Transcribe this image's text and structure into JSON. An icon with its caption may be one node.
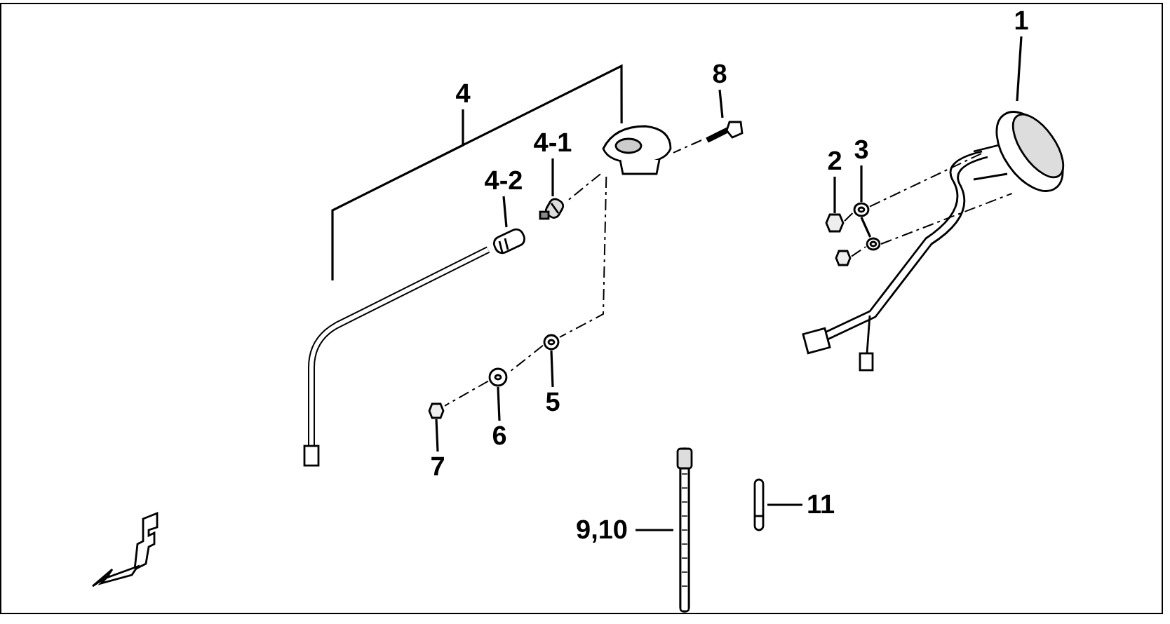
{
  "diagram": {
    "nodes": [
      {
        "text": [
          "1"
        ]
      },
      {
        "text": [
          "2"
        ]
      },
      {
        "text": [
          "3"
        ]
      },
      {
        "text": [
          "4"
        ]
      },
      {
        "text": [
          "4-1"
        ]
      },
      {
        "text": [
          "4-2"
        ]
      },
      {
        "text": [
          "5"
        ]
      },
      {
        "text": [
          "6"
        ]
      },
      {
        "text": [
          "7"
        ]
      },
      {
        "text": [
          "8"
        ]
      },
      {
        "text": [
          "9,10"
        ]
      },
      {
        "text": [
          "11"
        ]
      },
      {
        "text": [],
        "shape": "picture"
      },
      {
        "text": [],
        "shape": "hexagon"
      },
      {
        "text": [],
        "shape": "picture"
      },
      {
        "text": [],
        "shape": "picture"
      },
      {
        "text": [],
        "shape": "picture"
      },
      {
        "text": [],
        "shape": "picture"
      },
      {
        "text": [],
        "shape": "picture"
      },
      {
        "text": [],
        "shape": "picture"
      },
      {
        "text": [],
        "shape": "hexagon"
      },
      {
        "text": [],
        "shape": "picture"
      },
      {
        "text": [],
        "shape": "bar"
      },
      {
        "text": [],
        "shape": "bar"
      },
      {
        "text": [],
        "shape": "hexagon"
      },
      {
        "text": [],
        "shape": "picture"
      }
    ],
    "edges": [
      {
        "from": 0,
        "to": 12,
        "arrow": "none"
      },
      {
        "from": 1,
        "to": 13,
        "arrow": "none"
      },
      {
        "from": 2,
        "to": 14,
        "arrow": "none"
      },
      {
        "from": 3,
        "to": 15,
        "arrow": "none"
      },
      {
        "from": 4,
        "to": 16,
        "arrow": "none"
      },
      {
        "from": 5,
        "to": 17,
        "arrow": "none"
      },
      {
        "from": 6,
        "to": 18,
        "arrow": "none"
      },
      {
        "from": 7,
        "to": 19,
        "arrow": "none"
      },
      {
        "from": 8,
        "to": 20,
        "arrow": "none"
      },
      {
        "from": 9,
        "to": 21,
        "arrow": "none"
      },
      {
        "from": 10,
        "to": 22,
        "arrow": "none"
      },
      {
        "from": 11,
        "to": 23,
        "arrow": "none"
      },
      {
        "from": 21,
        "to": 15,
        "arrow": "none",
        "style": "dashed"
      },
      {
        "from": 15,
        "to": 16,
        "arrow": "none",
        "style": "dashed"
      },
      {
        "from": 15,
        "to": 18,
        "arrow": "none",
        "style": "dashed"
      },
      {
        "from": 18,
        "to": 19,
        "arrow": "none",
        "style": "dashed"
      },
      {
        "from": 19,
        "to": 20,
        "arrow": "none",
        "style": "dashed"
      },
      {
        "from": 14,
        "to": 12,
        "arrow": "none",
        "style": "dashed"
      },
      {
        "from": 25,
        "to": 12,
        "arrow": "none",
        "style": "dashed"
      },
      {
        "from": 13,
        "to": 14,
        "arrow": "none",
        "style": "dashed"
      },
      {
        "from": 24,
        "to": 25,
        "arrow": "none",
        "style": "dashed"
      },
      {
        "from": 14,
        "to": 25,
        "arrow": "none"
      }
    ]
  }
}
